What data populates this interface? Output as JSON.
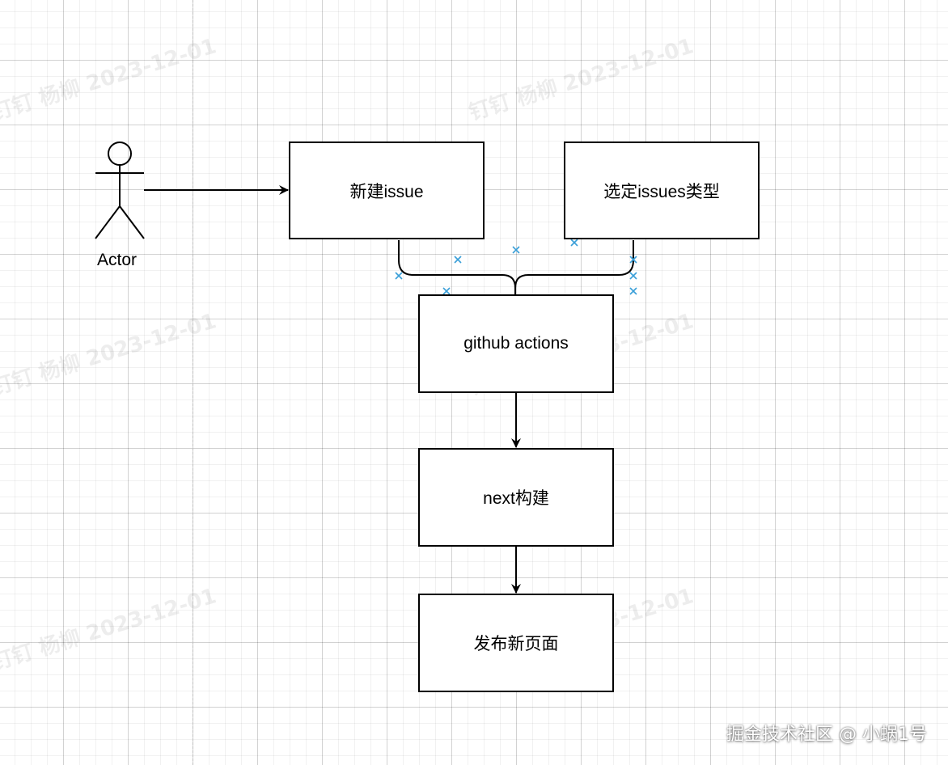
{
  "watermark": {
    "text": "钉钉 杨柳 2023-12-01"
  },
  "actor": {
    "label": "Actor"
  },
  "nodes": {
    "new_issue": {
      "label": "新建issue"
    },
    "select_type": {
      "label": "选定issues类型"
    },
    "github_actions": {
      "label": "github actions"
    },
    "next_build": {
      "label": "next构建"
    },
    "publish_page": {
      "label": "发布新页面"
    }
  },
  "credit": {
    "text": "掘金技术社区 @ 小蜗1号"
  },
  "colors": {
    "connection_point": "#3a9fd8",
    "stroke": "#000000",
    "grid": "#e6e6e6"
  }
}
